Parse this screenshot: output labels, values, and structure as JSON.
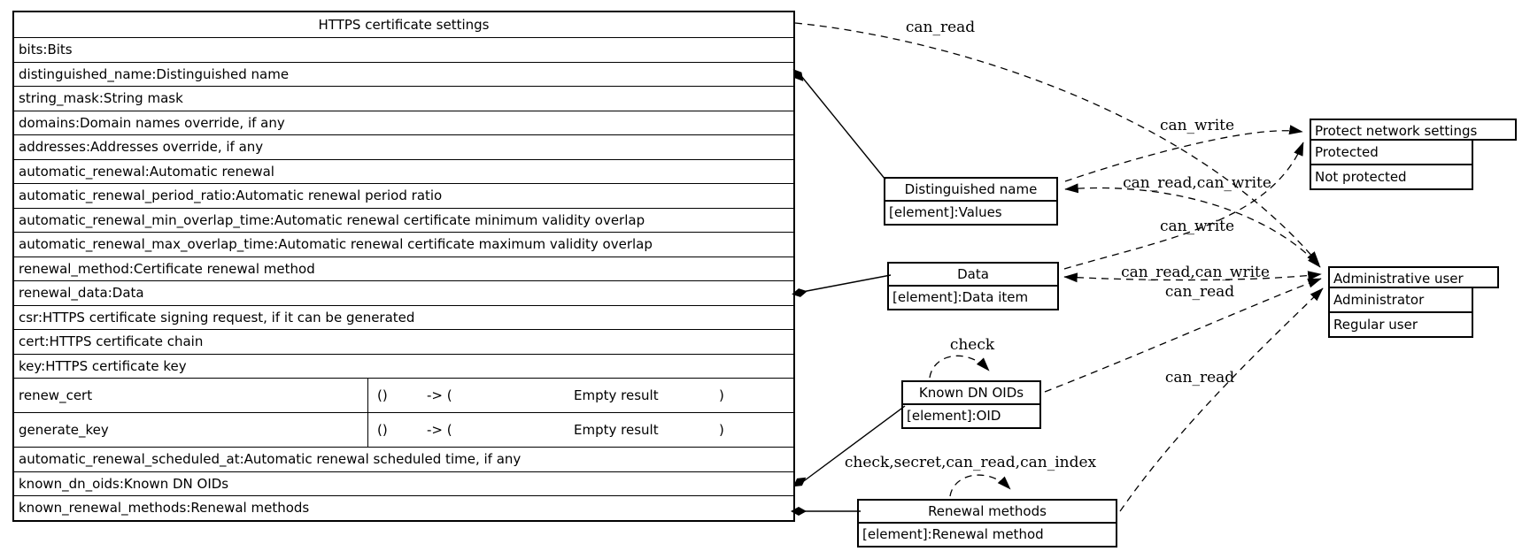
{
  "main_table": {
    "header": "HTTPS certificate settings",
    "rows": [
      "bits:Bits",
      "distinguished_name:Distinguished name",
      "string_mask:String mask",
      "domains:Domain names override, if any",
      "addresses:Addresses override, if any",
      "automatic_renewal:Automatic renewal",
      "automatic_renewal_period_ratio:Automatic renewal period ratio",
      "automatic_renewal_min_overlap_time:Automatic renewal certificate minimum validity overlap",
      "automatic_renewal_max_overlap_time:Automatic renewal certificate maximum validity overlap",
      "renewal_method:Certificate renewal method",
      "renewal_data:Data",
      "csr:HTTPS certificate signing request, if it can be generated",
      "cert:HTTPS certificate chain",
      "key:HTTPS certificate key",
      {
        "name": "renew_cert",
        "args": "()",
        "arrow": "-> (",
        "result": "Empty result",
        "close": ")"
      },
      {
        "name": "generate_key",
        "args": "()",
        "arrow": "-> (",
        "result": "Empty result",
        "close": ")"
      },
      "automatic_renewal_scheduled_at:Automatic renewal scheduled time, if any",
      "known_dn_oids:Known DN OIDs",
      "known_renewal_methods:Renewal methods"
    ]
  },
  "nodes": {
    "distinguished_name": {
      "title": "Distinguished name",
      "element": "[element]:Values"
    },
    "data": {
      "title": "Data",
      "element": "[element]:Data item"
    },
    "known_dn_oids": {
      "title": "Known DN OIDs",
      "element": "[element]:OID"
    },
    "renewal_methods": {
      "title": "Renewal methods",
      "element": "[element]:Renewal method"
    },
    "protect_network_settings": {
      "title": "Protect network settings",
      "values": [
        "Protected",
        "Not protected"
      ]
    },
    "administrative_user": {
      "title": "Administrative user",
      "values": [
        "Administrator",
        "Regular user"
      ]
    }
  },
  "edge_labels": {
    "top_can_read": "can_read",
    "dn_can_write": "can_write",
    "dn_can_read_write": "can_read,can_write",
    "data_can_write": "can_write",
    "data_can_read_write": "can_read,can_write",
    "known_dn_can_read": "can_read",
    "renewal_can_read": "can_read",
    "check": "check",
    "check_secret": "check,secret,can_read,can_index"
  },
  "colors": {
    "line": "#000000",
    "background": "#ffffff"
  }
}
